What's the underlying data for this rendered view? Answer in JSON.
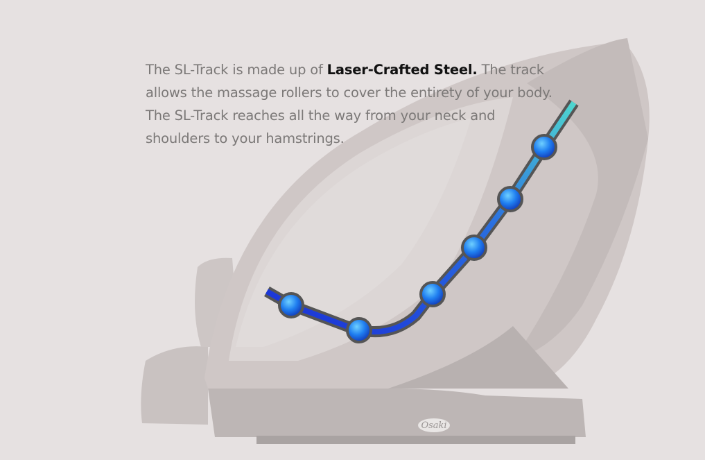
{
  "description": {
    "intro": "The SL-Track is made up of ",
    "highlight": "Laser-Crafted Steel.",
    "rest": " The track allows the massage rollers to cover the entirety of your body. The SL-Track reaches all the way from your neck and shoulders to your hamstrings."
  },
  "product_image": {
    "brand_logo": "Osaki",
    "track_colors": {
      "start": "#1a2fd6",
      "end": "#4fd6d0",
      "outline": "#5a5a5a"
    },
    "roller_count": 6
  }
}
